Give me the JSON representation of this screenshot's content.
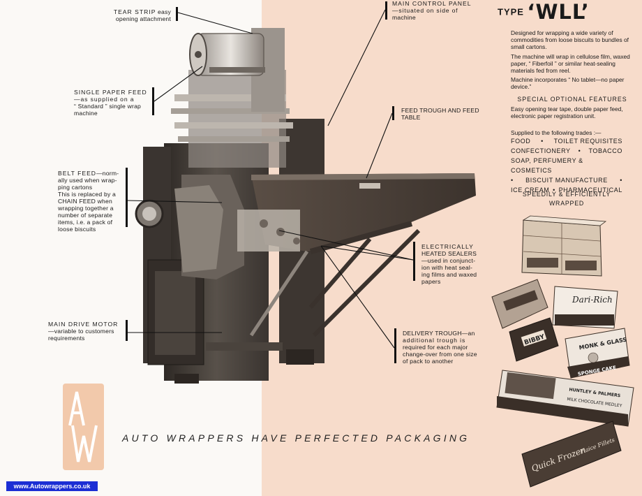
{
  "header": {
    "type_label": "TYPE",
    "model": "‘WLL’"
  },
  "description": [
    "Designed for wrapping a wide variety of commodities from loose biscuits to bundles of small cartons.",
    "The machine will wrap in cellulose film, waxed paper, “ Fiberfoil ” or similar heat-sealing materials fed from reel.",
    "Machine incorporates “ No tablet—no paper device.”"
  ],
  "options": {
    "heading": "SPECIAL OPTIONAL FEATURES",
    "text": "Easy opening tear tape, double paper feed, electronic paper registration unit."
  },
  "trades": {
    "intro": "Supplied to the following trades :—",
    "items": [
      "Food",
      "Toilet Requisites",
      "Confectionery",
      "Tobacco",
      "Soap, Perfumery & Cosmetics",
      "Biscuit Manufacture",
      "Ice Cream",
      "Pharmaceutical"
    ]
  },
  "slogan": [
    "Speedily & Efficiently",
    "Wrapped"
  ],
  "callouts": {
    "tear_strip": {
      "title": "TEAR STRIP",
      "text1": "easy",
      "text2": "opening attachment"
    },
    "single_paper_feed": {
      "title": "SINGLE PAPER FEED",
      "lines": [
        "—as supplied on a",
        "“ Standard ” single wrap",
        "machine"
      ]
    },
    "belt_feed": {
      "title": "BELT FEED",
      "lines": [
        "—norm-",
        "ally used when wrap-",
        "ping cartons",
        "This is replaced by a",
        "CHAIN FEED when",
        "wrapping together a",
        "number of separate",
        "items, i.e. a pack of",
        "loose biscuits"
      ]
    },
    "main_drive_motor": {
      "title": "MAIN DRIVE MOTOR",
      "lines": [
        "—variable to customers",
        "requirements"
      ]
    },
    "main_control_panel": {
      "title": "MAIN CONTROL PANEL",
      "lines": [
        "—situated on side of",
        "machine"
      ]
    },
    "feed_trough": {
      "title": "FEED TROUGH AND FEED",
      "lines": [
        "TABLE"
      ]
    },
    "heated_sealers": {
      "title": "ELECTRICALLY",
      "title2": "HEATED SEALERS",
      "lines": [
        "—used in conjunct-",
        "ion with heat seal-",
        "ing films and waxed",
        "papers"
      ]
    },
    "delivery_trough": {
      "title": "DELIVERY TROUGH",
      "lines": [
        "—an",
        "additional trough is",
        "required for each major",
        "change-over from one size",
        "of pack to another"
      ]
    }
  },
  "tagline": "Auto Wrappers have perfected packaging",
  "logo_text": "AW",
  "url": "www.Autowrappers.co.uk",
  "pack_labels": {
    "dari_rich": "Dari-Rich",
    "monk_glass": "MONK & GLASS",
    "sponge_cake": "SPONGE CAKE",
    "bibby": "BIBBY",
    "huntley": "HUNTLEY & PALMERS",
    "milk_choc": "MILK CHOCOLATE MEDLEY",
    "quick_frozen": "Quick Frozen",
    "plaice": "Plaice Fillets"
  },
  "colors": {
    "peach": "#f7dccb",
    "logo": "#f2c9ab",
    "url_bg": "#1b2ed4"
  }
}
